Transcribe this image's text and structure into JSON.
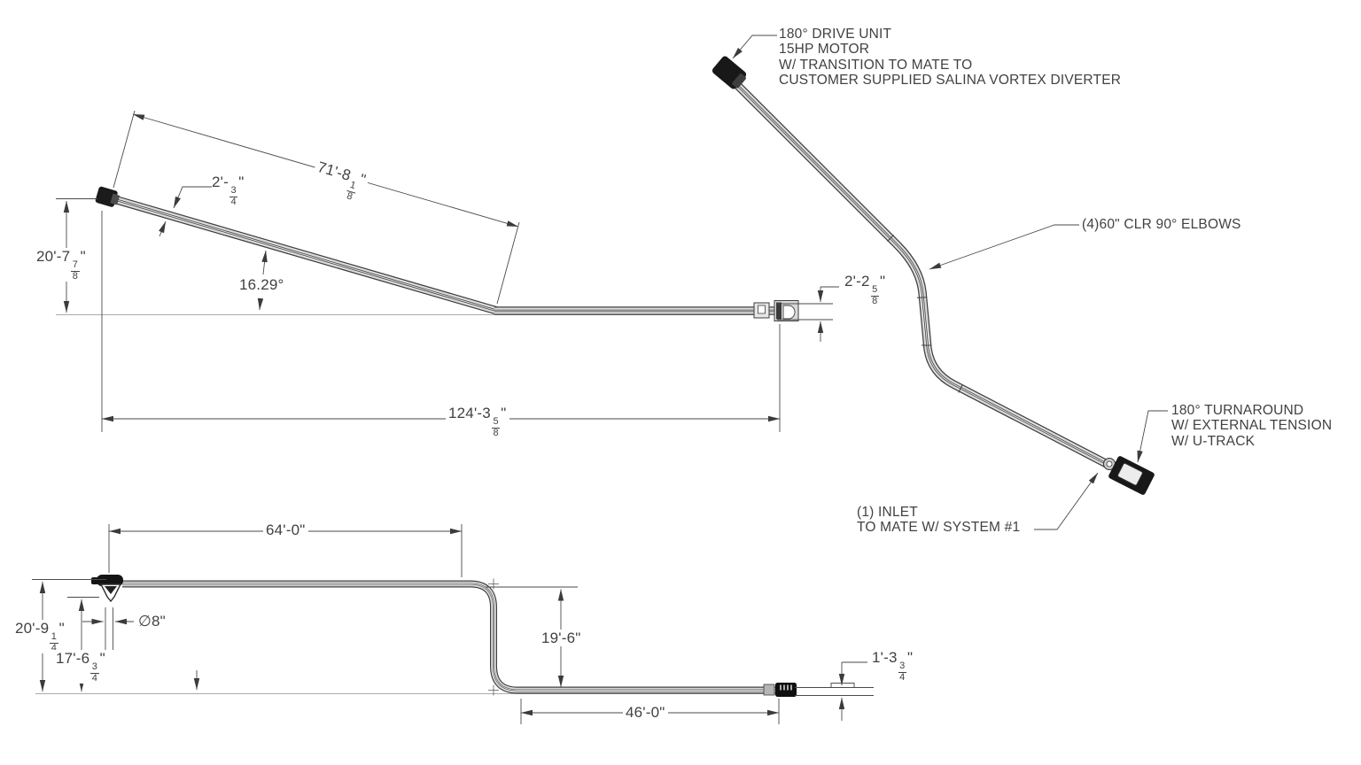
{
  "drawing": {
    "title_hint": "conveyor system elevation and plan drawing",
    "colors": {
      "line": "#3f3f3f",
      "text": "#414141",
      "tube_fill": "#dcdcdc",
      "unit_fill": "#181818"
    },
    "callouts": {
      "drive_unit": {
        "lines": [
          "180° DRIVE UNIT",
          "15HP MOTOR",
          "W/ TRANSITION TO MATE TO",
          "CUSTOMER SUPPLIED SALINA VORTEX DIVERTER"
        ]
      },
      "elbows": {
        "text": "(4)60\" CLR 90° ELBOWS"
      },
      "turnaround": {
        "lines": [
          "180° TURNAROUND",
          "W/ EXTERNAL TENSION",
          "W/ U-TRACK"
        ]
      },
      "inlet": {
        "lines": [
          "(1) INLET",
          "TO MATE W/ SYSTEM #1"
        ]
      }
    },
    "dimensions": {
      "slope_length": {
        "main": "71'-8",
        "num": "1",
        "den": "8",
        "suffix": "\""
      },
      "tube_od": {
        "main": "2'-",
        "num": "3",
        "den": "4",
        "suffix": "\""
      },
      "height_left": {
        "main": "20'-7",
        "num": "7",
        "den": "8",
        "suffix": "\""
      },
      "incline_angle": {
        "text": "16.29°"
      },
      "overall_length": {
        "main": "124'-3",
        "num": "5",
        "den": "8",
        "suffix": "\""
      },
      "discharge_height": {
        "main": "2'-2",
        "num": "5",
        "den": "8",
        "suffix": "\""
      },
      "top_run": {
        "text": "64'-0\""
      },
      "tube_diameter": {
        "text": "∅8\""
      },
      "height_20_9": {
        "main": "20'-9",
        "num": "1",
        "den": "4",
        "suffix": "\""
      },
      "height_17_6": {
        "main": "17'-6",
        "num": "3",
        "den": "4",
        "suffix": "\""
      },
      "vertical_offset": {
        "text": "19'-6\""
      },
      "bottom_run": {
        "text": "46'-0\""
      },
      "end_height": {
        "main": "1'-3",
        "num": "3",
        "den": "4",
        "suffix": "\""
      }
    }
  }
}
